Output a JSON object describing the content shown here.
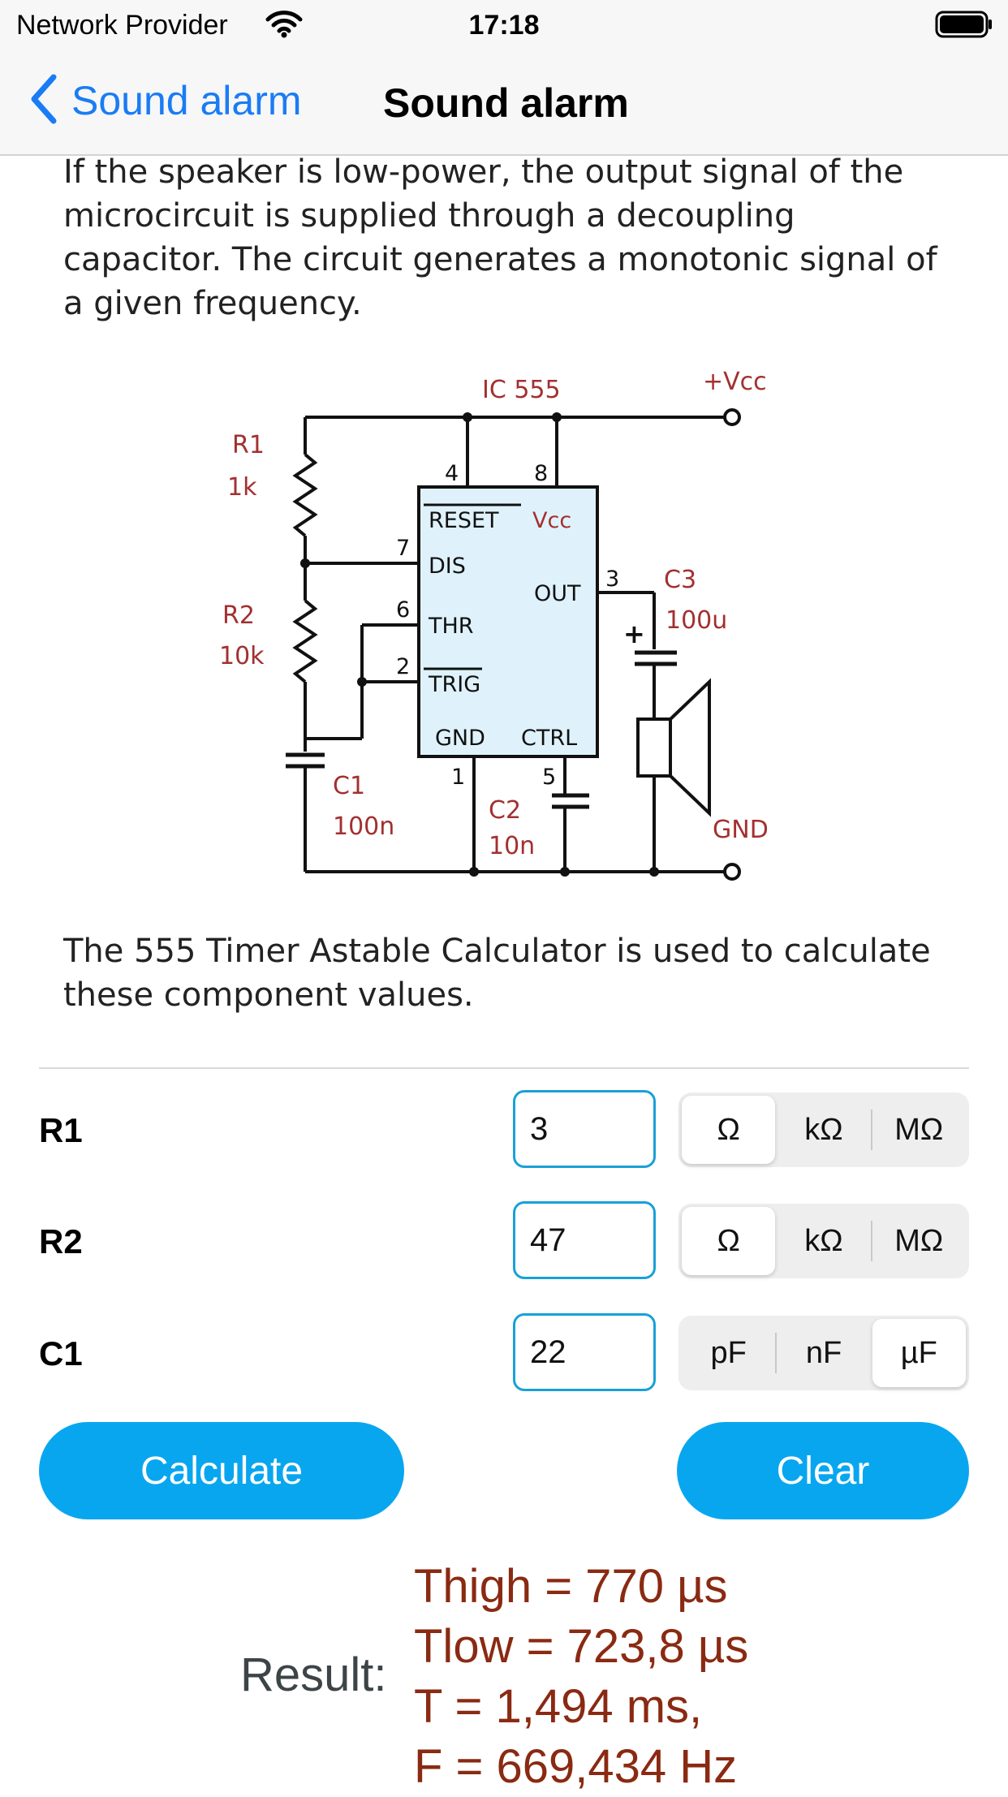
{
  "status_bar": {
    "carrier": "Network Provider",
    "time": "17:18",
    "icons": [
      "wifi-icon",
      "battery-icon"
    ]
  },
  "nav": {
    "back_label": "Sound alarm",
    "title": "Sound alarm"
  },
  "description_top": "If the speaker is low-power, the output signal of the microcircuit is supplied through a decoupling capacitor. The circuit generates a monotonic signal of a given frequency.",
  "schematic": {
    "chip_label": "IC 555",
    "vcc_label": "+Vcc",
    "gnd_label": "GND",
    "r1_name": "R1",
    "r1_value": "1k",
    "r2_name": "R2",
    "r2_value": "10k",
    "c1_name": "C1",
    "c1_value": "100n",
    "c2_name": "C2",
    "c2_value": "10n",
    "c3_name": "C3",
    "c3_value": "100u",
    "pin_reset": "RESET",
    "pin_vcc": "Vcc",
    "pin_dis": "DIS",
    "pin_out": "OUT",
    "pin_thr": "THR",
    "pin_trig": "TRIG",
    "pin_gnd": "GND",
    "pin_ctrl": "CTRL",
    "pin_4": "4",
    "pin_8": "8",
    "pin_7": "7",
    "pin_6": "6",
    "pin_2": "2",
    "pin_3": "3",
    "pin_1": "1",
    "pin_5": "5",
    "plus_sign": "+"
  },
  "description_bottom": "The 555 Timer Astable Calculator is used to calculate these component values.",
  "inputs": [
    {
      "label": "R1",
      "value": "3",
      "units": [
        "Ω",
        "kΩ",
        "MΩ"
      ],
      "selected": "Ω"
    },
    {
      "label": "R2",
      "value": "47",
      "units": [
        "Ω",
        "kΩ",
        "MΩ"
      ],
      "selected": "Ω"
    },
    {
      "label": "C1",
      "value": "22",
      "units": [
        "pF",
        "nF",
        "µF"
      ],
      "selected": "µF"
    }
  ],
  "buttons": {
    "calculate": "Calculate",
    "clear": "Clear"
  },
  "result": {
    "label": "Result:",
    "lines": [
      "Thigh = 770 µs",
      "Tlow = 723,8 µs",
      "T = 1,494 ms,",
      "F = 669,434 Hz"
    ]
  },
  "colors": {
    "accent_blue": "#1a7cf5",
    "button_blue": "#09a6f0",
    "result_red": "#8a2a12",
    "schematic_label_red": "#a33030",
    "chip_fill": "#dff2fb"
  }
}
